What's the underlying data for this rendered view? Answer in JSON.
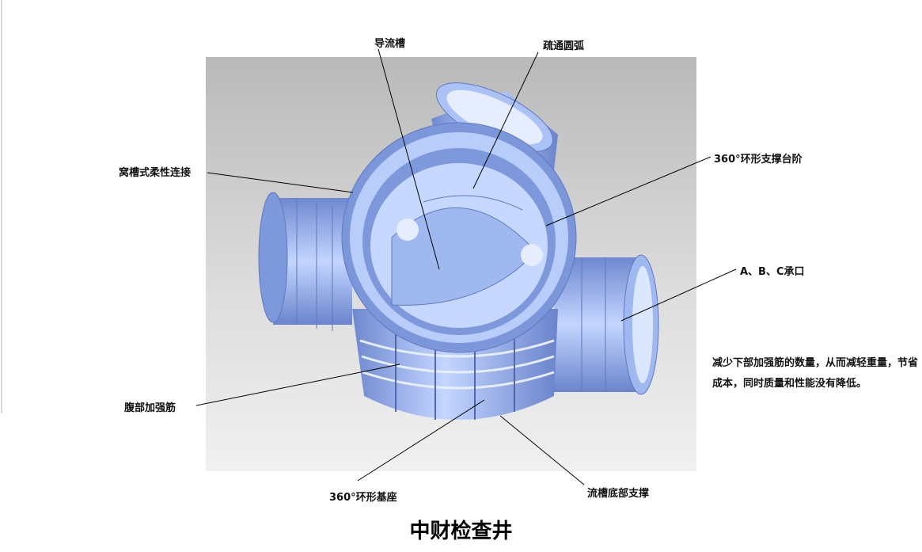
{
  "labels": {
    "guide_channel": "导流槽",
    "clearing_arc": "疏通圆弧",
    "socket_flexible_joint": "窝槽式柔性连接",
    "ring_support_step": "360°环形支撑台阶",
    "abc_sockets": "A、B、C承口",
    "belly_ribs": "腹部加强筋",
    "ring_base": "360°环形基座",
    "channel_bottom_support": "流槽底部支撑"
  },
  "note": "减少下部加强筋的数量，从而减轻重量，节省成本，同时质量和性能没有降低。",
  "title": "中财检查井",
  "colors": {
    "body": "#8fa9e8",
    "highlight": "#c9dcff",
    "shadow": "#5f78c0"
  }
}
